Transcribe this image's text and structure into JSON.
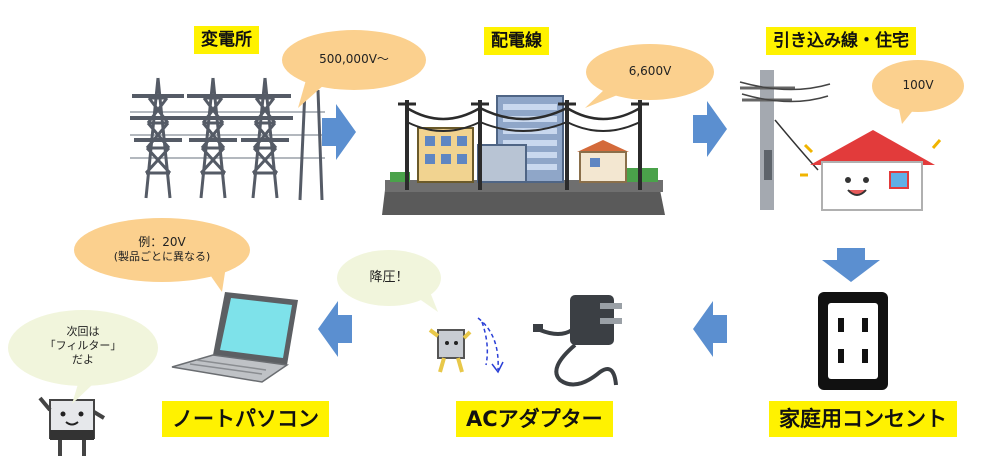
{
  "stages": {
    "substation": "変電所",
    "distribution": "配電線",
    "service": "引き込み線・住宅",
    "outlet": "家庭用コンセント",
    "adapter": "ACアダプター",
    "laptop": "ノートパソコン"
  },
  "voltages": {
    "substation": "500,000V〜",
    "distribution": "6,600V",
    "house": "100V"
  },
  "laptop_bubble": {
    "line1": "例：20V",
    "line2": "(製品ごとに異なる)"
  },
  "step_down_bubble": "降圧！",
  "mascot_bubble": {
    "line1": "次回は",
    "line2": "「フィルター」",
    "line3": "だよ"
  },
  "colors": {
    "label_bg": "#fff200",
    "bubble_fill": "#fbd08e",
    "mascot_bubble_fill": "#f1f5dc",
    "arrow": "#5b8fd0"
  }
}
